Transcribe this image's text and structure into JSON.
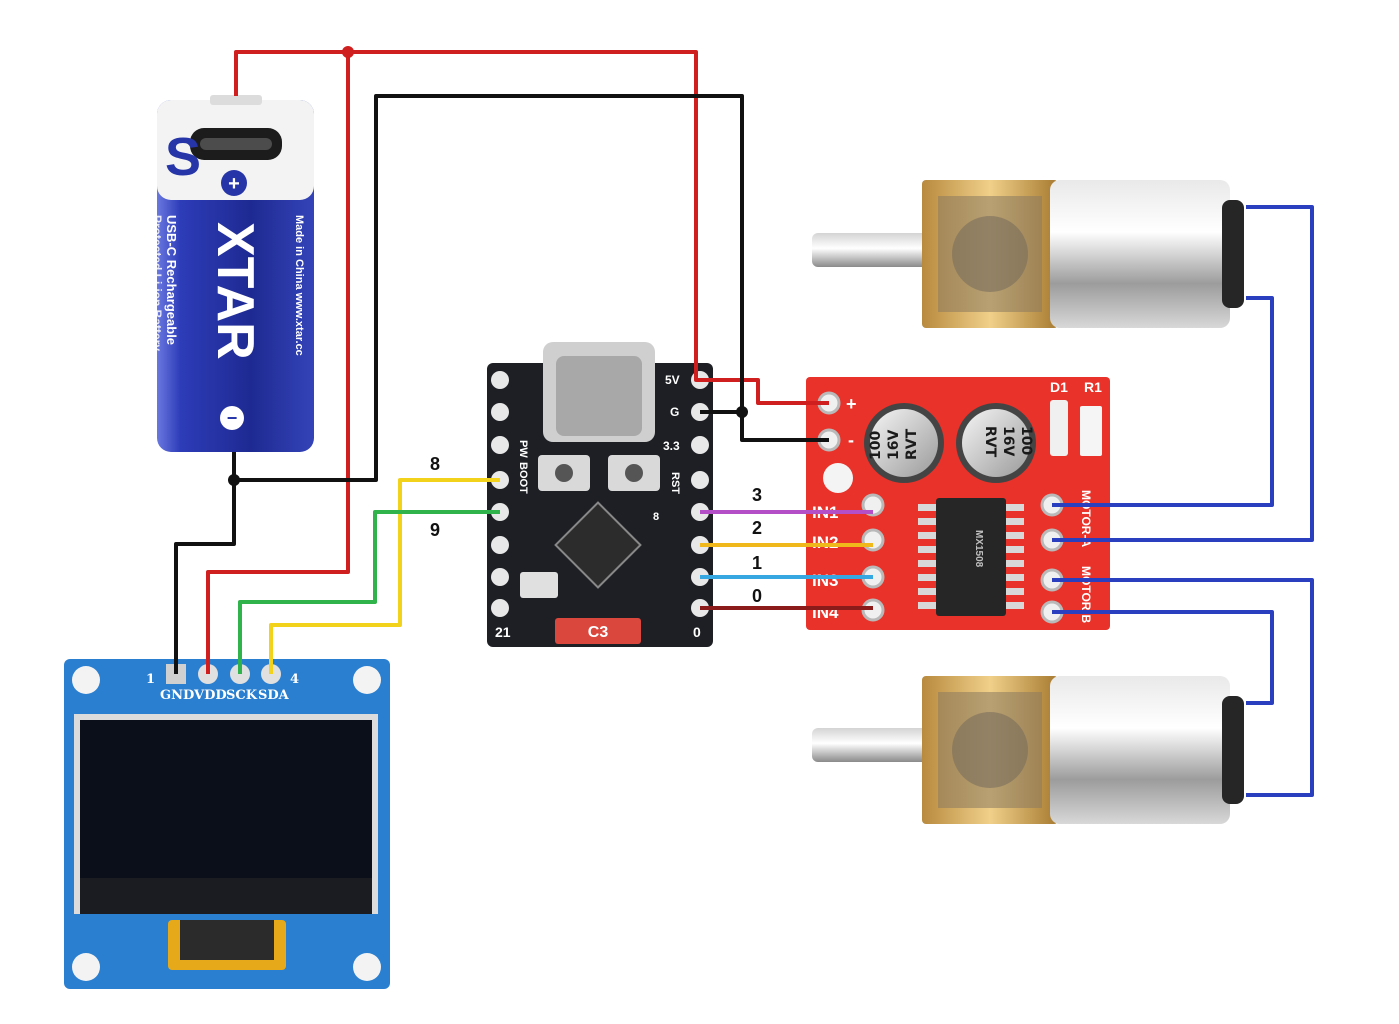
{
  "battery": {
    "brand": "XTAR",
    "line1": "USB-C Rechargeable",
    "line2": "Protected Li-ion Battery",
    "line3": "Made in China  www.xtar.cc",
    "plus": "+",
    "minus": "−"
  },
  "esp": {
    "pin_5v": "5V",
    "pin_g": "G",
    "pin_33": "3.3",
    "pin_rst": "RST",
    "pin_pw": "PW",
    "pin_boot": "BOOT",
    "pin_21": "21",
    "pin_0": "0",
    "pin_8": "8",
    "chip_label": "C3"
  },
  "driver": {
    "plus": "+",
    "minus": "-",
    "in1": "IN1",
    "in2": "IN2",
    "in3": "IN3",
    "in4": "IN4",
    "motor_a": "MOTOR-A",
    "motor_b": "MOTOR-B",
    "d1": "D1",
    "r1": "R1",
    "cap1_a": "100",
    "cap1_b": "16V",
    "cap1_c": "RVT",
    "cap2_a": "100",
    "cap2_b": "16V",
    "cap2_c": "RVT",
    "ic": "MX1508"
  },
  "oled": {
    "pin_num_1": "1",
    "pin_num_4": "4",
    "gnd": "GND",
    "vdd": "VDD",
    "sck": "SCK",
    "sda": "SDA"
  },
  "wire_labels": {
    "w8": "8",
    "w9": "9",
    "w3": "3",
    "w2": "2",
    "w1": "1",
    "w0": "0"
  },
  "colors": {
    "power": "#d01f1f",
    "ground": "#111111",
    "sda": "#f2d21b",
    "sck": "#2fb34a",
    "in1": "#b44fc8",
    "in2": "#f0b81a",
    "in3": "#36a7e0",
    "in4": "#8b1a1a",
    "motor": "#2a3fc0",
    "esp_board": "#1d1f24",
    "driver_board": "#e8322a",
    "oled_board": "#2a7fd0",
    "battery_body": "#2635a8"
  }
}
